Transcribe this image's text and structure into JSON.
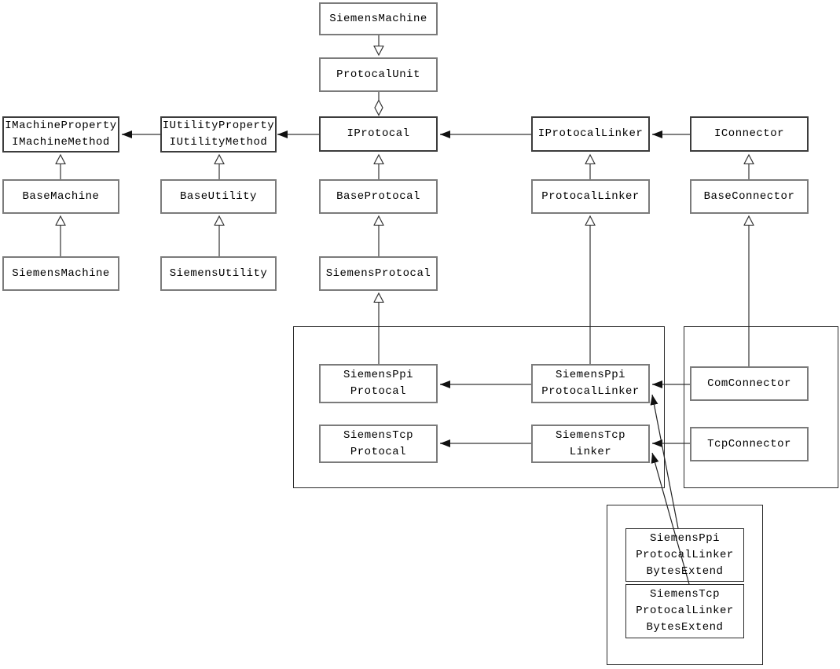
{
  "diagram": {
    "kind": "uml-class-diagram",
    "nodes": {
      "siemens_machine_top": {
        "label": "SiemensMachine"
      },
      "protocal_unit": {
        "label": "ProtocalUnit"
      },
      "imachine_property": {
        "label": "IMachineProperty\nIMachineMethod"
      },
      "iutility_property": {
        "label": "IUtilityProperty\nIUtilityMethod"
      },
      "iprotocal": {
        "label": "IProtocal"
      },
      "iprotocal_linker": {
        "label": "IProtocalLinker"
      },
      "iconnector": {
        "label": "IConnector"
      },
      "base_machine": {
        "label": "BaseMachine"
      },
      "base_utility": {
        "label": "BaseUtility"
      },
      "base_protocal": {
        "label": "BaseProtocal"
      },
      "protocal_linker": {
        "label": "ProtocalLinker"
      },
      "base_connector": {
        "label": "BaseConnector"
      },
      "siemens_machine": {
        "label": "SiemensMachine"
      },
      "siemens_utility": {
        "label": "SiemensUtility"
      },
      "siemens_protocal": {
        "label": "SiemensProtocal"
      },
      "siemens_ppi_protocal": {
        "label": "SiemensPpi\nProtocal"
      },
      "siemens_tcp_protocal": {
        "label": "SiemensTcp\nProtocal"
      },
      "siemens_ppi_protocal_linker": {
        "label": "SiemensPpi\nProtocalLinker"
      },
      "siemens_tcp_linker": {
        "label": "SiemensTcp\nLinker"
      },
      "com_connector": {
        "label": "ComConnector"
      },
      "tcp_connector": {
        "label": "TcpConnector"
      },
      "ppi_bytes_extend": {
        "label": "SiemensPpi\nProtocalLinker\nBytesExtend"
      },
      "tcp_bytes_extend": {
        "label": "SiemensTcp\nProtocalLinker\nBytesExtend"
      }
    },
    "edges": [
      {
        "from": "siemens_machine_top",
        "to": "protocal_unit",
        "type": "generalization",
        "arrow_points": "down-into-protocal_unit"
      },
      {
        "from": "protocal_unit",
        "to": "iprotocal",
        "type": "aggregation",
        "diamond_at": "iprotocal-top"
      },
      {
        "from": "iutility_property",
        "to": "imachine_property",
        "type": "association"
      },
      {
        "from": "iprotocal",
        "to": "iutility_property",
        "type": "association"
      },
      {
        "from": "iprotocal_linker",
        "to": "iprotocal",
        "type": "association"
      },
      {
        "from": "iconnector",
        "to": "iprotocal_linker",
        "type": "association"
      },
      {
        "from": "base_machine",
        "to": "imachine_property",
        "type": "generalization"
      },
      {
        "from": "base_utility",
        "to": "iutility_property",
        "type": "generalization"
      },
      {
        "from": "base_protocal",
        "to": "iprotocal",
        "type": "generalization"
      },
      {
        "from": "protocal_linker",
        "to": "iprotocal_linker",
        "type": "generalization"
      },
      {
        "from": "base_connector",
        "to": "iconnector",
        "type": "generalization"
      },
      {
        "from": "siemens_machine",
        "to": "base_machine",
        "type": "generalization"
      },
      {
        "from": "siemens_utility",
        "to": "base_utility",
        "type": "generalization"
      },
      {
        "from": "siemens_protocal",
        "to": "base_protocal",
        "type": "generalization"
      },
      {
        "from": "siemens_ppi_protocal",
        "to": "siemens_protocal",
        "type": "generalization"
      },
      {
        "from": "siemens_ppi_protocal_linker",
        "to": "protocal_linker",
        "type": "generalization"
      },
      {
        "from": "com_connector",
        "to": "base_connector",
        "type": "generalization"
      },
      {
        "from": "siemens_ppi_protocal_linker",
        "to": "siemens_ppi_protocal",
        "type": "association"
      },
      {
        "from": "siemens_tcp_linker",
        "to": "siemens_tcp_protocal",
        "type": "association"
      },
      {
        "from": "com_connector",
        "to": "siemens_ppi_protocal_linker",
        "type": "association"
      },
      {
        "from": "tcp_connector",
        "to": "siemens_tcp_linker",
        "type": "association"
      },
      {
        "from": "ppi_bytes_extend",
        "to": "siemens_ppi_protocal_linker",
        "type": "association"
      },
      {
        "from": "tcp_bytes_extend",
        "to": "siemens_tcp_linker",
        "type": "association"
      }
    ],
    "colors": {
      "background": "#ffffff",
      "node_fill": "#ffffff",
      "node_border": "#7b7b7b",
      "thin_border": "#2a2a2a",
      "generalization_line": "#333333",
      "association_line": "#808080",
      "arrow_fill": "#111111",
      "text": "#000000"
    }
  }
}
